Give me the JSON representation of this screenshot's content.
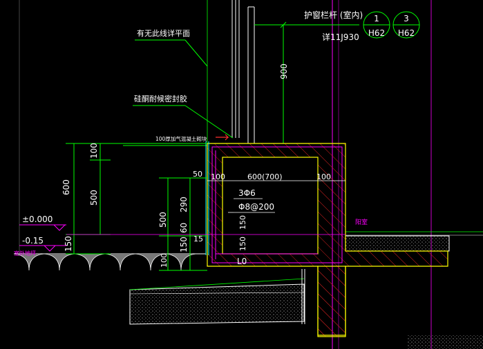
{
  "annotations": {
    "rail_label": "护窗栏杆 (室内)",
    "rail_ref": "详11J930",
    "bubble1_top": "1",
    "bubble1_bottom": "H62",
    "bubble2_top": "3",
    "bubble2_bottom": "H62",
    "flat_note": "有无此线详平面",
    "sealant_note": "硅酮耐候密封胶",
    "concrete_note": "100厚加气混凝土砌块",
    "indoor_label": "阳室",
    "outdoor_label": "室外地坪",
    "rebar_top": "3Φ6",
    "rebar_stirrup": "Φ8@200",
    "beam_label": "L0"
  },
  "levels": {
    "zero": "±0.000",
    "minus": "-0.15"
  },
  "dimensions": {
    "d900": "900",
    "d100_top": "100",
    "d600_left": "600",
    "d500_mid": "500",
    "d150_bot": "150",
    "d50": "50",
    "d100_a": "100",
    "d600_700": "600(700)",
    "d100_b": "100",
    "d290": "290",
    "d500_r": "500",
    "d60": "60",
    "d150_r": "150",
    "d15": "15",
    "d100_bot": "100",
    "d150_c1": "150",
    "d150_c2": "150"
  },
  "colors": {
    "green": "#00ff00",
    "yellow": "#ffff00",
    "magenta": "#ff00ff",
    "red": "#ff3030",
    "cyan": "#00ffff",
    "white": "#ffffff"
  }
}
